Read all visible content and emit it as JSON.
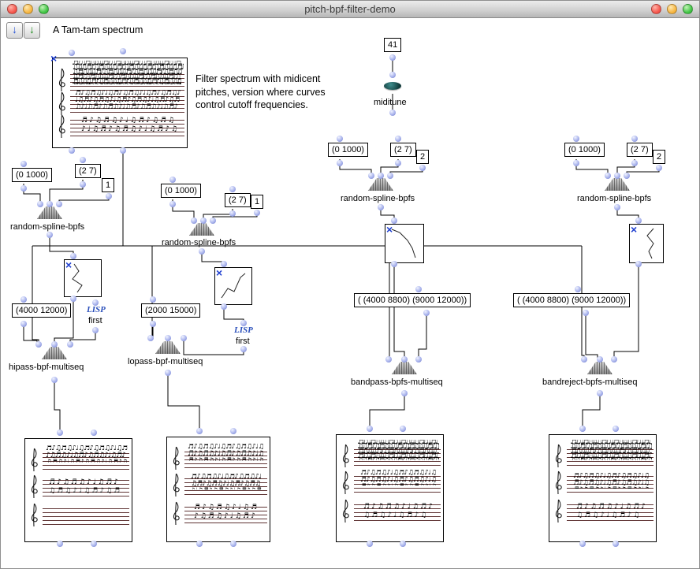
{
  "window": {
    "title": "pitch-bpf-filter-demo"
  },
  "toolbar": {
    "patch_title": "A Tam-tam spectrum"
  },
  "comment": "Filter spectrum with midicent pitches, version where curves control cutoff frequencies.",
  "icons": {
    "x_marker": "×",
    "blue_arrow": "↓",
    "green_arrow": "↓"
  },
  "boxes": {
    "midi_value": "41",
    "miditune_label": "miditune",
    "random_spline_label": "random-spline-bpfs",
    "hipass_label": "hipass-bpf-multiseq",
    "lopass_label": "lopass-bpf-multiseq",
    "bandpass_label": "bandpass-bpfs-multiseq",
    "bandreject_label": "bandreject-bpfs-multiseq",
    "lisp_logo": "LISP",
    "first_label": "first",
    "range_0_1000": "(0 1000)",
    "range_2_7": "(2 7)",
    "order_1": "1",
    "order_2": "2",
    "hipass_range": "(4000 12000)",
    "lopass_range": "(2000 15000)",
    "band_ranges": "( (4000 8800) (9000 12000))"
  },
  "colors": {
    "port": "#a9b3ec",
    "x_marker": "#1f3fd0",
    "lisp_blue": "#2a4fbb",
    "staff_line": "#5f3434"
  }
}
